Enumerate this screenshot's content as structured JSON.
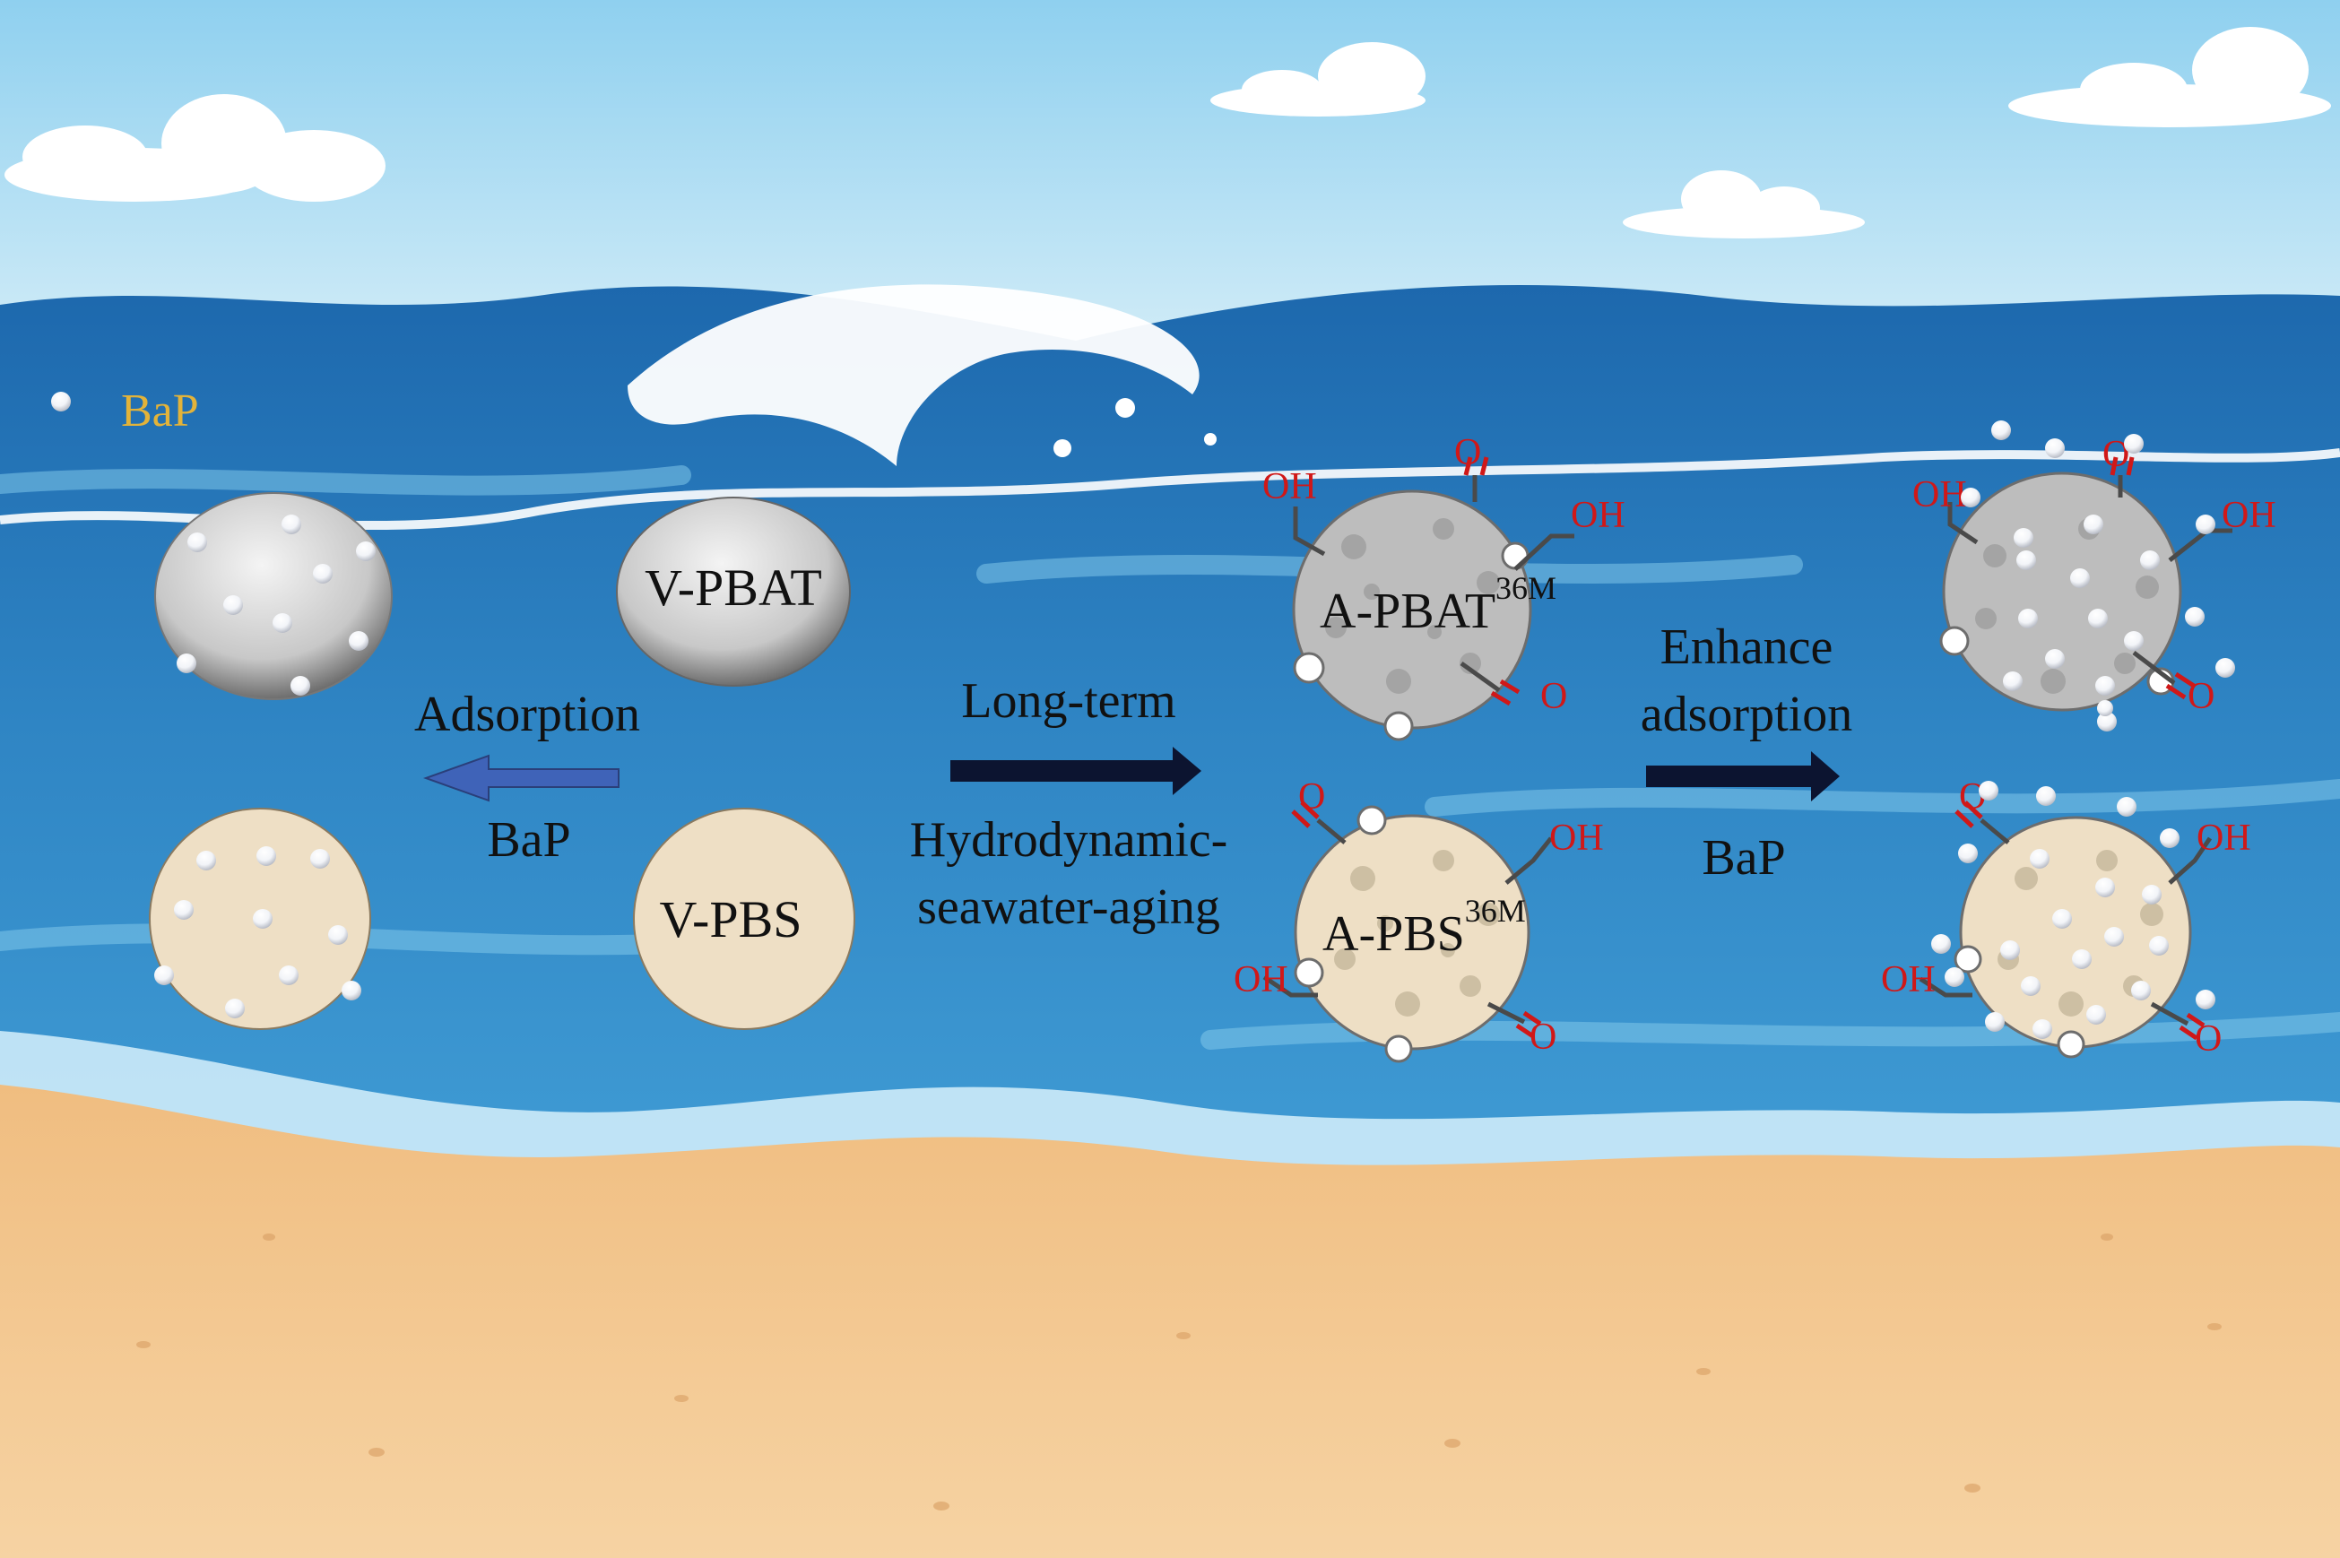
{
  "legend": {
    "bap_label": "BaP"
  },
  "particles": {
    "v_pbat": "V-PBAT",
    "v_pbs": "V-PBS",
    "a_pbat_base": "A-PBAT",
    "a_pbat_sup": "36M",
    "a_pbs_base": "A-PBS",
    "a_pbs_sup": "36M"
  },
  "arrows": {
    "adsorption": {
      "top": "Adsorption",
      "bottom": "BaP"
    },
    "aging": {
      "top": "Long-term",
      "bottom1": "Hydrodynamic-",
      "bottom2": "seawater-aging"
    },
    "enhance": {
      "top1": "Enhance",
      "top2": "adsorption",
      "bottom": "BaP"
    }
  },
  "groups": {
    "hydroxyl": "OH",
    "carbonyl": "O"
  },
  "colors": {
    "sky": "#a9dcf2",
    "sea": "#2e86c1",
    "deep_sea": "#1f6fb0",
    "sand": "#f2c48b",
    "pbat_particle": "#b9b9b9",
    "pbs_particle": "#ecdcc0",
    "bap_label": "#e2b33a",
    "functional_group": "#d01818",
    "arrow_blue": "#3f63b8",
    "arrow_dark": "#0c1430"
  }
}
